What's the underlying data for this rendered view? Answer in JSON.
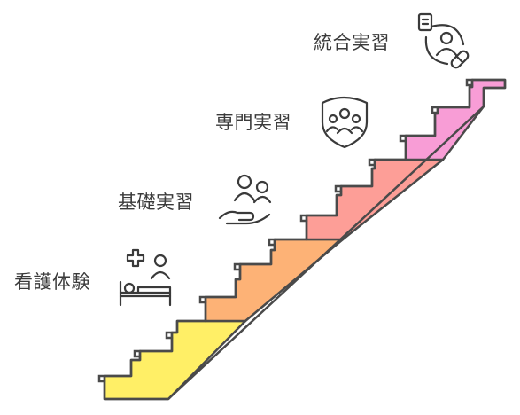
{
  "steps": [
    {
      "label": "看護体験",
      "color": "#FFEF66",
      "icon": "hospital-bed-caregiver-icon"
    },
    {
      "label": "基礎実習",
      "color": "#FDB276",
      "icon": "hand-holding-people-icon"
    },
    {
      "label": "専門実習",
      "color": "#FD9E97",
      "icon": "team-shield-icon"
    },
    {
      "label": "統合実習",
      "color": "#F89DD6",
      "icon": "patient-record-pill-icon"
    }
  ],
  "colors": {
    "stroke": "#4a4a4a"
  }
}
